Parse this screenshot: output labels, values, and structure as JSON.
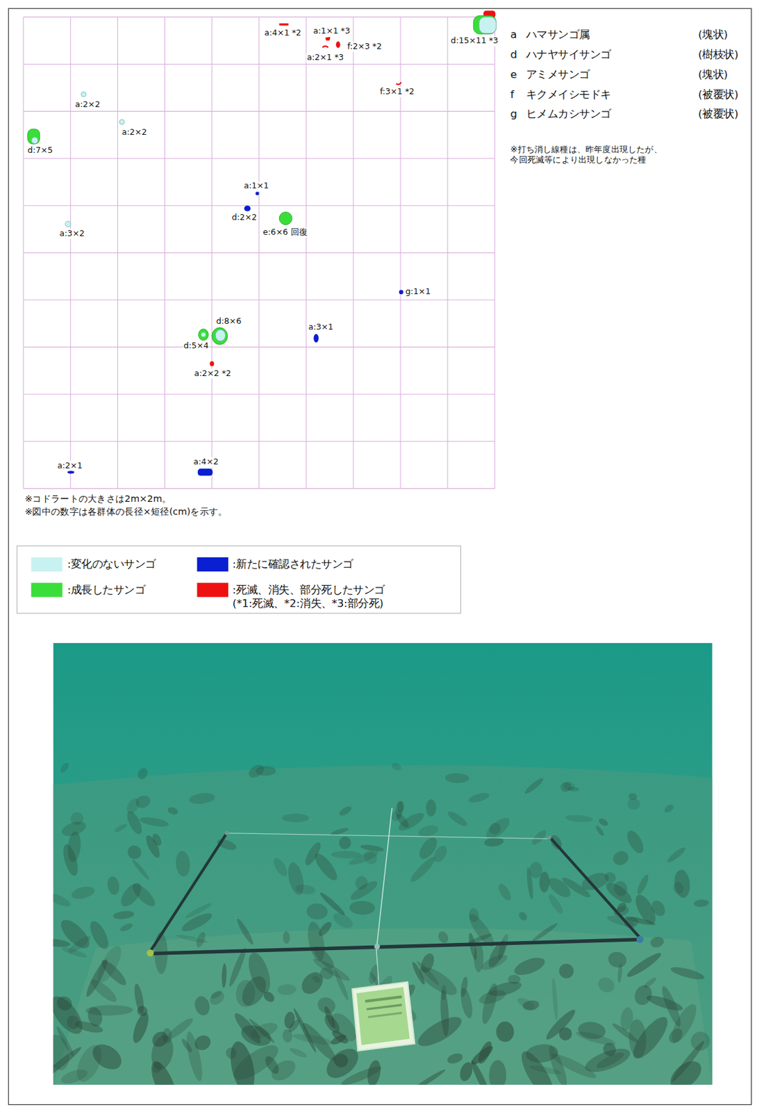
{
  "diagram": {
    "labels": [
      "a:4×1 *2",
      "a:1×1 *3",
      "f:2×3 *2",
      "a:2×1 *3",
      "d:15×11 *3",
      "f:3×1 *2",
      "a:2×2",
      "a:2×2",
      "d:7×5",
      "a:1×1",
      "d:2×2",
      "e:6×6 回復",
      "a:3×2",
      "g:1×1",
      "d:8×6",
      "a:3×1",
      "d:5×4",
      "a:2×2 *2",
      "a:2×1",
      "a:4×2",
      "a",
      "ハマサンゴ属",
      "(塊状)",
      "d",
      "ハナヤサイサンゴ",
      "(樹枝状)",
      "e",
      "アミメサンゴ",
      "(塊状)",
      "f",
      "キクメイシモドキ",
      "(被覆状)",
      "g",
      "ヒメムカシサンゴ",
      "(被覆状)",
      "※打ち消し線種は、昨年度出現したが、 今回死滅等により出現しなかった種",
      "※コドラートの大きさは2m×2m。",
      "※図中の数字は各群体の長径×短径(cm)を示す。"
    ],
    "legend": [
      {
        "text": ":変化のないサンゴ",
        "color": "#c8f2f2"
      },
      {
        "text": ":新たに確認されたサンゴ",
        "color": "#0a1ed2"
      },
      {
        "text": ":成長したサンゴ",
        "color": "#3ade3a"
      },
      {
        "text": ":死滅、消失、部分死したサンゴ (*1:死滅、*2:消失、*3:部分死)",
        "color": "#ee1111"
      }
    ]
  }
}
